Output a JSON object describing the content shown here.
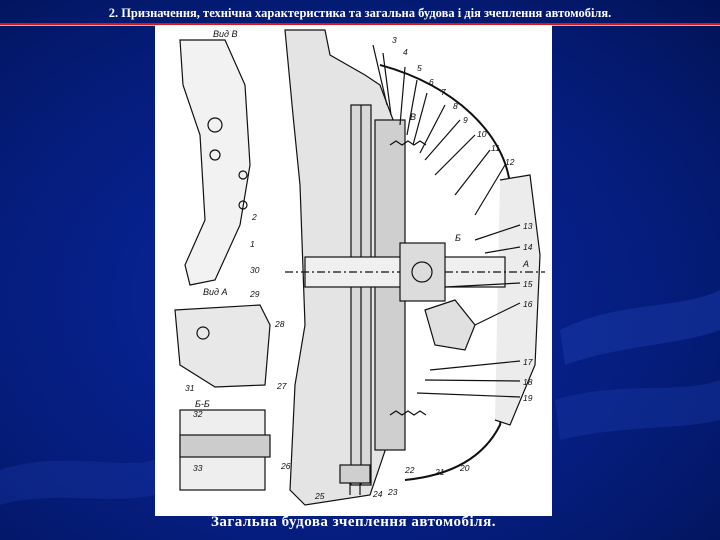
{
  "slide": {
    "title": "2. Призначення, технічна характеристика та загальна будова і дія зчеплення автомобіля.",
    "caption": "Загальна будова зчеплення автомобіля."
  },
  "figure": {
    "view_labels": {
      "view_b": "Вид В",
      "view_a": "Вид А",
      "section_bb": "Б-Б",
      "arrow_a": "А",
      "arrow_b": "Б",
      "arrow_v": "В"
    },
    "callouts": [
      "1",
      "2",
      "3",
      "4",
      "5",
      "6",
      "7",
      "8",
      "9",
      "10",
      "11",
      "12",
      "13",
      "14",
      "15",
      "16",
      "17",
      "18",
      "19",
      "20",
      "21",
      "22",
      "23",
      "24",
      "25",
      "26",
      "27",
      "28",
      "29",
      "30",
      "31",
      "32",
      "33"
    ]
  },
  "colors": {
    "background": "#06208a",
    "title_rule": "#d81818",
    "text": "#ffffff"
  }
}
